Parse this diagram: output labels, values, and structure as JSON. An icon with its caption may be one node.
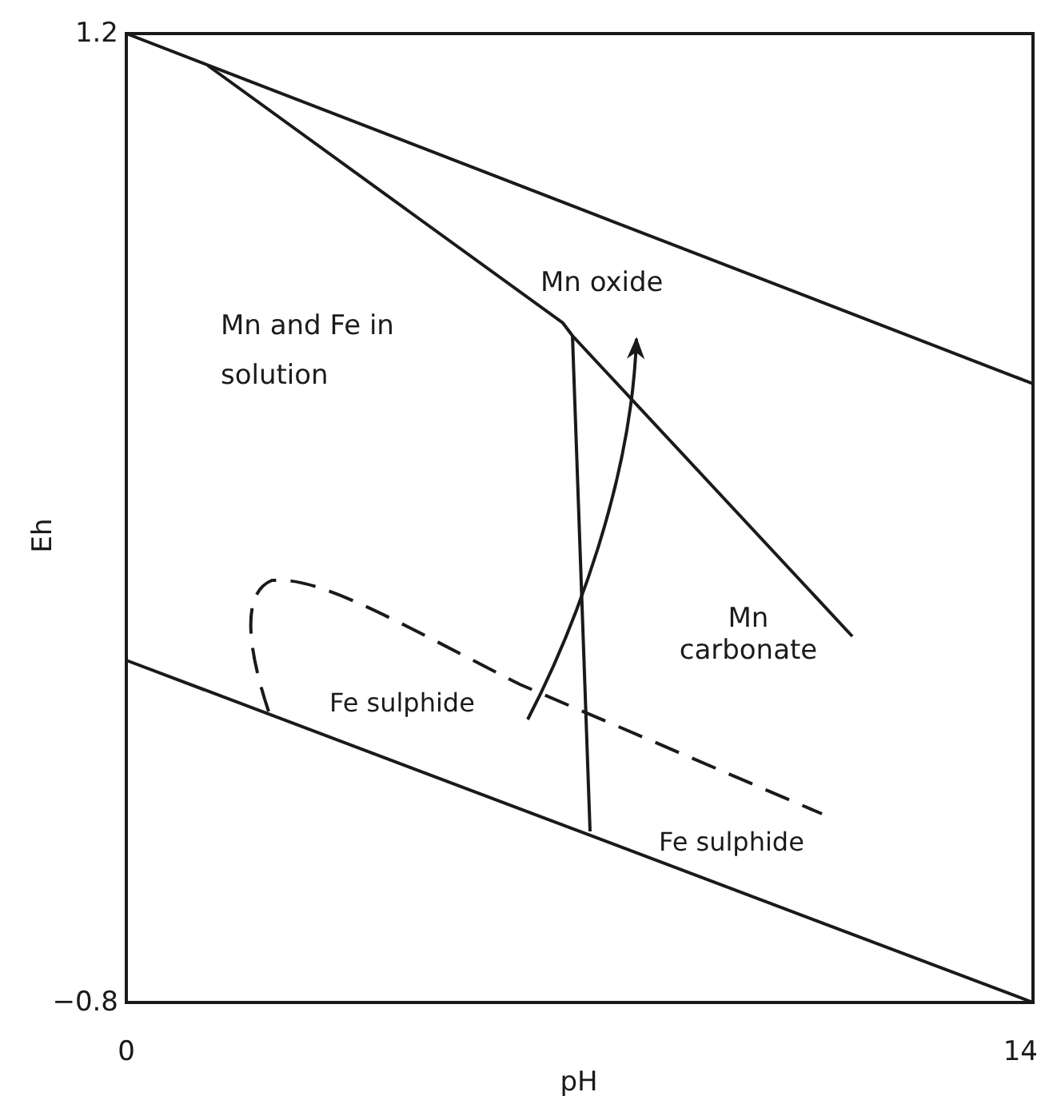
{
  "diagram": {
    "labels": [
      "1.2",
      "Mn oxide",
      "Mn and Fe in solution",
      "Eh",
      "Mn carbonate",
      "Fe sulphide",
      "Fe sulphide",
      "−0.8",
      "0",
      "14",
      "pH"
    ]
  }
}
